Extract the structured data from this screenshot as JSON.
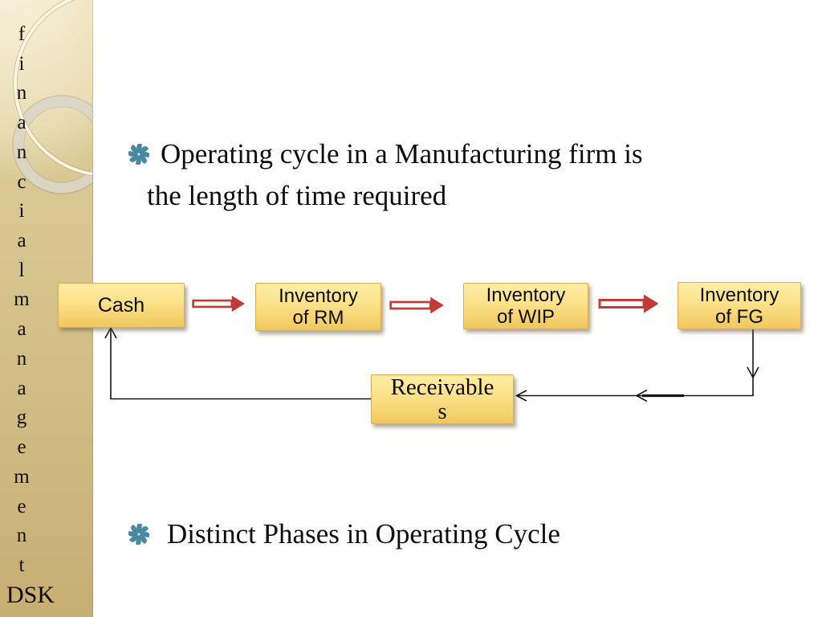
{
  "sidebar": {
    "letters": [
      "f",
      "i",
      "n",
      "a",
      "n",
      "c",
      "i",
      "a",
      "l",
      "m",
      "a",
      "n",
      "a",
      "g",
      "e",
      "m",
      "e",
      "n",
      "t"
    ],
    "footer": "DSK"
  },
  "slide": {
    "bullet1": "Operating cycle in a Manufacturing firm is\nthe length of time required",
    "bullet2": "Distinct Phases in Operating Cycle"
  },
  "diagram": {
    "flow_summary": "Cash → Inventory of RM → Inventory of WIP → Inventory of FG → Receivables → Cash",
    "nodes": [
      {
        "id": "cash",
        "label": "Cash"
      },
      {
        "id": "inventory-rm",
        "label": "Inventory\nof RM"
      },
      {
        "id": "inventory-wip",
        "label": "Inventory\nof WIP"
      },
      {
        "id": "inventory-fg",
        "label": "Inventory\nof FG"
      },
      {
        "id": "receivables",
        "label": "Receivable\ns"
      }
    ],
    "colors": {
      "node_fill_top": "#ffeda4",
      "node_fill_bottom": "#f1c75e",
      "node_border": "#dcae52",
      "red_arrow": "#c23b34",
      "connector_black": "#151515",
      "bullet_teal": "#4789a0",
      "banner_tan": "#d5c28a"
    }
  }
}
